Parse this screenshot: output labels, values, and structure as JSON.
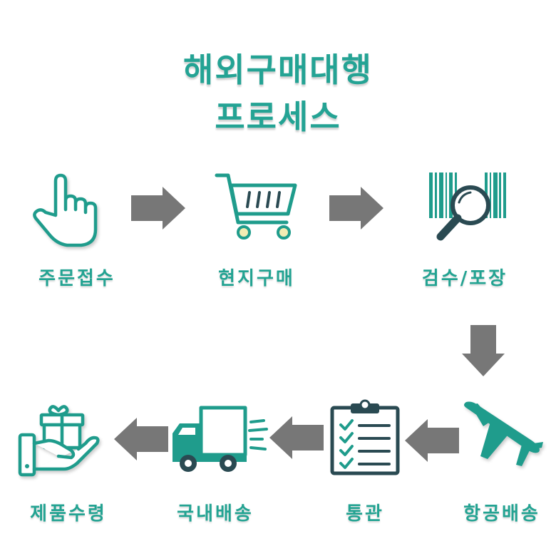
{
  "title": {
    "line1": "해외구매대행",
    "line2": "프로세스"
  },
  "steps": [
    {
      "label": "주문접수",
      "icon": "hand-pointer-icon"
    },
    {
      "label": "현지구매",
      "icon": "shopping-cart-icon"
    },
    {
      "label": "검수/포장",
      "icon": "barcode-magnifier-icon"
    },
    {
      "label": "항공배송",
      "icon": "airplane-icon"
    },
    {
      "label": "통관",
      "icon": "clipboard-checklist-icon"
    },
    {
      "label": "국내배송",
      "icon": "delivery-truck-icon"
    },
    {
      "label": "제품수령",
      "icon": "hand-gift-icon"
    }
  ],
  "colors": {
    "teal": "#1f9c8c",
    "dark": "#2a4a52",
    "arrow": "#777777",
    "accent": "#f3ecb3"
  }
}
